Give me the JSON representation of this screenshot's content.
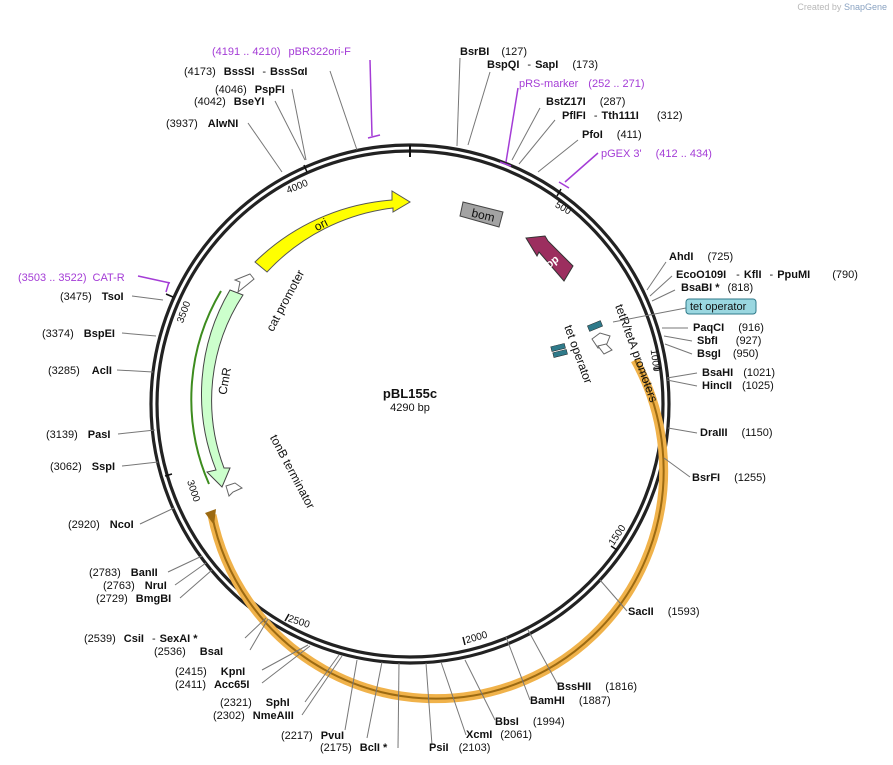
{
  "credit": {
    "prefix": "Created by",
    "brand": "SnapGene"
  },
  "plasmid": {
    "name": "pBL155c",
    "size_text": "4290 bp"
  },
  "ruler": [
    "500",
    "1000",
    "1500",
    "2000",
    "2500",
    "3000",
    "3500",
    "4000"
  ],
  "sites": {
    "s1": {
      "pos": "(127)",
      "name": "BsrBI"
    },
    "s2": {
      "pos": "(173)",
      "name": "BspQI",
      "name2": "SapI"
    },
    "s3": {
      "pos": "(287)",
      "name": "BstZ17I"
    },
    "s4": {
      "pos": "(312)",
      "name": "PflFI",
      "name2": "Tth111I"
    },
    "s5": {
      "pos": "(411)",
      "name": "PfoI"
    },
    "s6": {
      "pos": "(725)",
      "name": "AhdI"
    },
    "s7": {
      "pos": "(790)",
      "name": "EcoO109I",
      "name2": "KflI",
      "name3": "PpuMI"
    },
    "s8": {
      "pos": "(818)",
      "name": "BsaBI *"
    },
    "s9": {
      "pos": "(916)",
      "name": "PaqCI"
    },
    "s10": {
      "pos": "(927)",
      "name": "SbfI"
    },
    "s11": {
      "pos": "(950)",
      "name": "BsgI"
    },
    "s12": {
      "pos": "(1021)",
      "name": "BsaHI"
    },
    "s13": {
      "pos": "(1025)",
      "name": "HincII"
    },
    "s14": {
      "pos": "(1150)",
      "name": "DraIII"
    },
    "s15": {
      "pos": "(1255)",
      "name": "BsrFI"
    },
    "s16": {
      "pos": "(1593)",
      "name": "SacII"
    },
    "s17": {
      "pos": "(1816)",
      "name": "BssHII"
    },
    "s18": {
      "pos": "(1887)",
      "name": "BamHI"
    },
    "s19": {
      "pos": "(1994)",
      "name": "BbsI"
    },
    "s20": {
      "pos": "(2061)",
      "name": "XcmI"
    },
    "s21": {
      "pos": "(2103)",
      "name": "PsiI"
    },
    "s22": {
      "pos": "(2175)",
      "name": "BclI *"
    },
    "s23": {
      "pos": "(2217)",
      "name": "PvuI"
    },
    "s24": {
      "pos": "(2302)",
      "name": "NmeAIII"
    },
    "s25": {
      "pos": "(2321)",
      "name": "SphI"
    },
    "s26": {
      "pos": "(2411)",
      "name": "Acc65I"
    },
    "s27": {
      "pos": "(2415)",
      "name": "KpnI"
    },
    "s28": {
      "pos": "(2536)",
      "name": "BsaI"
    },
    "s29": {
      "pos": "(2539)",
      "name": "CsiI",
      "name2": "SexAI *"
    },
    "s30": {
      "pos": "(2729)",
      "name": "BmgBI"
    },
    "s31": {
      "pos": "(2763)",
      "name": "NruI"
    },
    "s32": {
      "pos": "(2783)",
      "name": "BanII"
    },
    "s33": {
      "pos": "(2920)",
      "name": "NcoI"
    },
    "s34": {
      "pos": "(3062)",
      "name": "SspI"
    },
    "s35": {
      "pos": "(3139)",
      "name": "PasI"
    },
    "s36": {
      "pos": "(3285)",
      "name": "AclI"
    },
    "s37": {
      "pos": "(3374)",
      "name": "BspEI"
    },
    "s38": {
      "pos": "(3475)",
      "name": "TsoI"
    },
    "s39": {
      "pos": "(3937)",
      "name": "AlwNI"
    },
    "s40": {
      "pos": "(4042)",
      "name": "BseYI"
    },
    "s41": {
      "pos": "(4046)",
      "name": "PspFI"
    },
    "s42": {
      "pos": "(4173)",
      "name": "BssSI",
      "name2": "BssSαI"
    }
  },
  "primers": {
    "p1": {
      "range": "(4191 .. 4210)",
      "name": "pBR322ori-F"
    },
    "p2": {
      "name": "pRS-marker",
      "range": "(252 .. 271)"
    },
    "p3": {
      "name": "pGEX 3'",
      "range": "(412 .. 434)"
    },
    "p4": {
      "range": "(3503 .. 3522)",
      "name": "CAT-R"
    }
  },
  "features": {
    "ori": "ori",
    "bom": "bom",
    "rop": "rop",
    "tet_operator_box": "tet operator",
    "tet_promoters": "tetR/tetA promoters",
    "tet_operator": "tet operator",
    "cat_promoter": "cat promoter",
    "cmr": "CmR",
    "tonb": "tonB terminator"
  },
  "colors": {
    "ori": "#ffff00",
    "bom": "#a3a3a3",
    "rop": "#9c2e5f",
    "cmr": "#ccffcc",
    "cmr_line": "#3d8c1e",
    "orange_feature": "#f0b24a",
    "orange_line": "#9c6a12",
    "tet_operator": "#2f7a8a",
    "tet_box": "#9ad7e0",
    "primer": "#a43cd6"
  }
}
